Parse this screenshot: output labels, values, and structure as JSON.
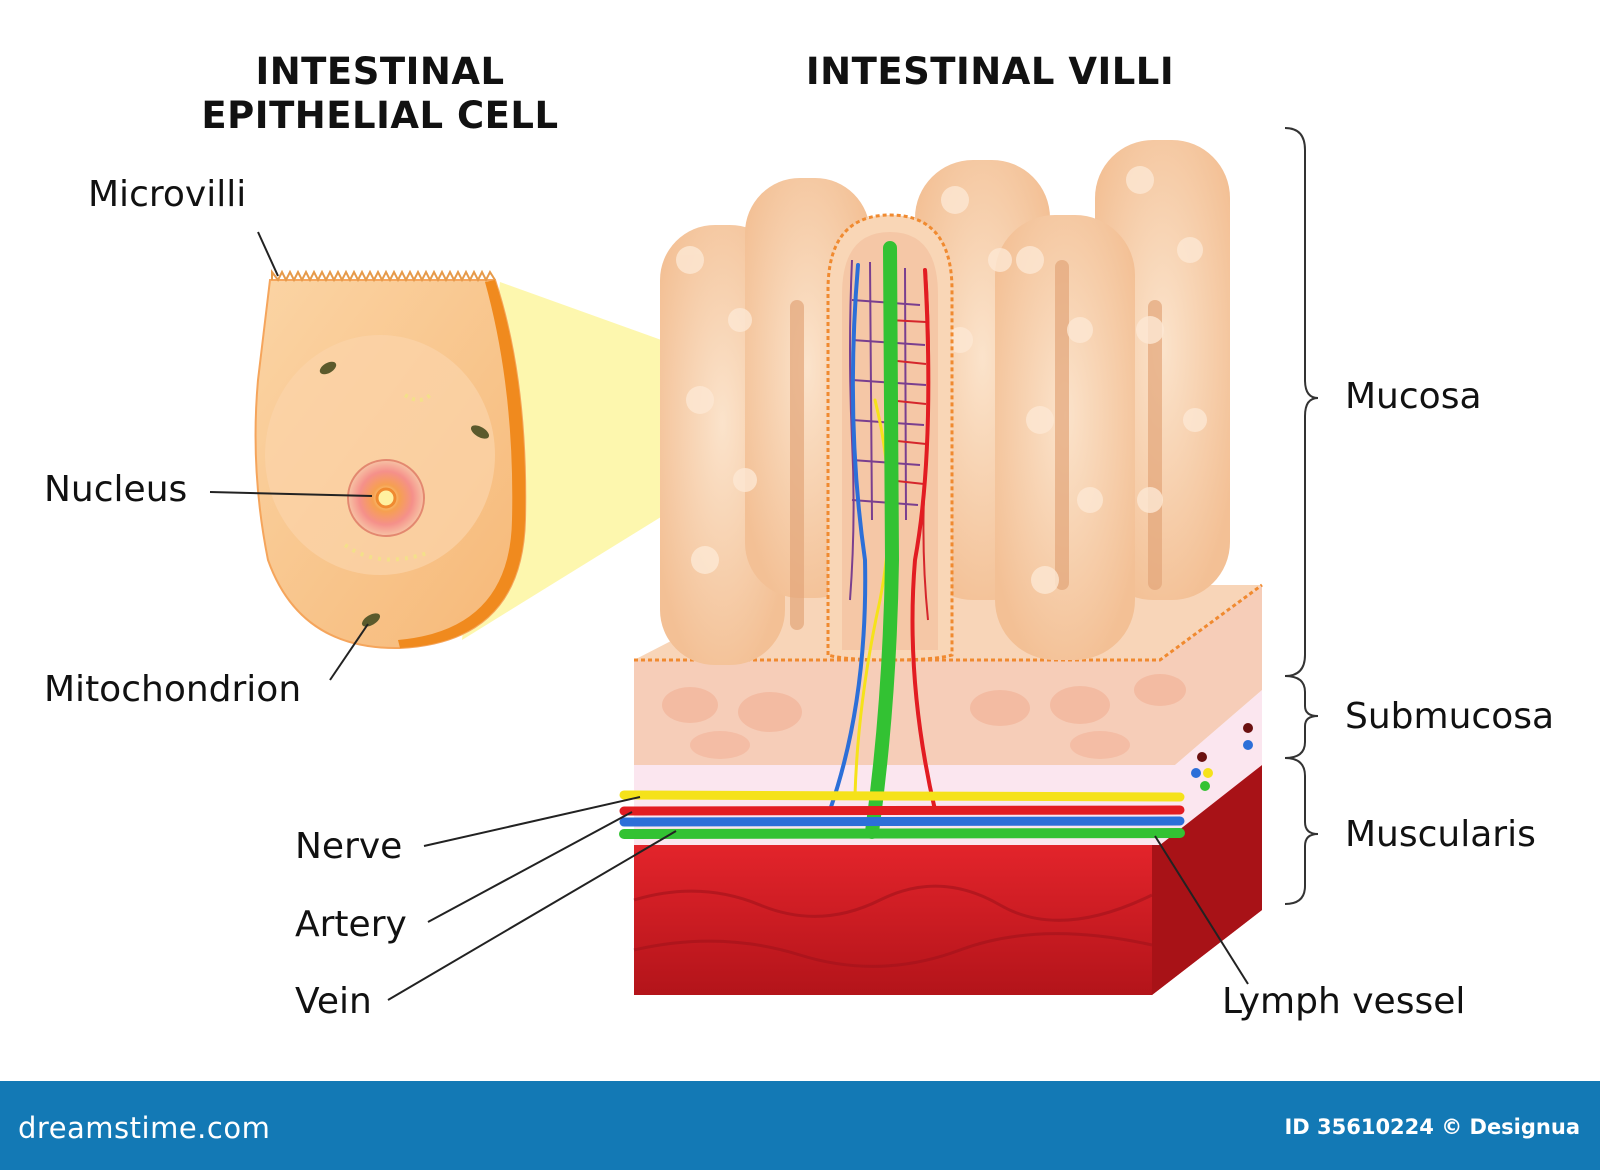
{
  "titles": {
    "cell": "INTESTINAL\nEPITHELIAL CELL",
    "villi": "INTESTINAL VILLI"
  },
  "labels": {
    "microvilli": "Microvilli",
    "nucleus": "Nucleus",
    "mitochondrion": "Mitochondrion",
    "nerve": "Nerve",
    "artery": "Artery",
    "vein": "Vein",
    "mucosa": "Mucosa",
    "submucosa": "Submucosa",
    "muscularis": "Muscularis",
    "lymph_vessel": "Lymph vessel"
  },
  "footer": {
    "logo": "dreamstime.com",
    "id": "ID 35610224 © Designua"
  },
  "colors": {
    "villus_skin": "#f6c9a0",
    "villus_shadow": "#e8a978",
    "cell_skin": "#f9c68e",
    "cell_edge": "#f08a1e",
    "highlight_cone": "#fdf7a6",
    "muscle": "#d81f26",
    "submucosa": "#f7d0bd",
    "nerve": "#f5e21a",
    "artery": "#e21c22",
    "vein": "#2c6fd8",
    "lymph": "#33c233",
    "footer_bar": "#1379b5"
  }
}
